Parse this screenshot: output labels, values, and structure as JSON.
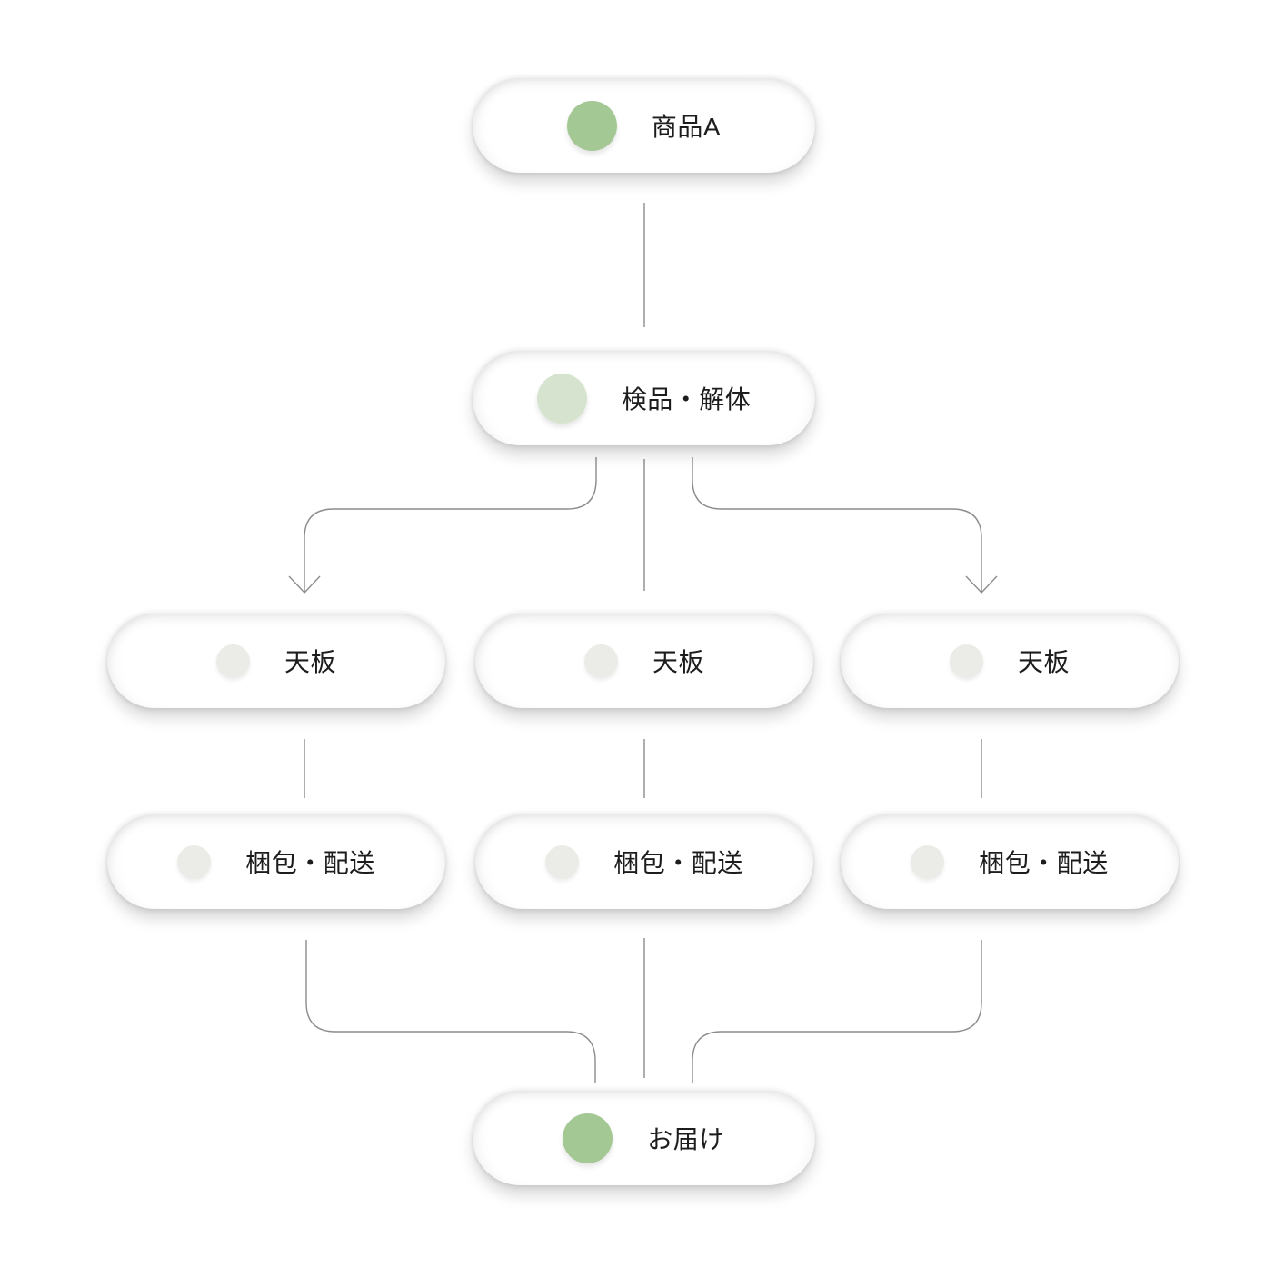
{
  "theme": {
    "background": "#ffffff",
    "text": "#1d1d1d",
    "connector": "#8c8c8c"
  },
  "flow": {
    "nodes": [
      {
        "id": "product-a",
        "label": "商品A",
        "dot_color": "#a4c894",
        "dot_size": "large"
      },
      {
        "id": "inspection-disassembly",
        "label": "検品・解体",
        "dot_color": "#d6e4cf",
        "dot_size": "large"
      },
      {
        "id": "tabletop-left",
        "label": "天板",
        "dot_color": "#ebebe7",
        "dot_size": "small"
      },
      {
        "id": "tabletop-center",
        "label": "天板",
        "dot_color": "#ebebe7",
        "dot_size": "small"
      },
      {
        "id": "tabletop-right",
        "label": "天板",
        "dot_color": "#ebebe7",
        "dot_size": "small"
      },
      {
        "id": "packing-shipping-left",
        "label": "梱包・配送",
        "dot_color": "#ebebe7",
        "dot_size": "small"
      },
      {
        "id": "packing-shipping-center",
        "label": "梱包・配送",
        "dot_color": "#ebebe7",
        "dot_size": "small"
      },
      {
        "id": "packing-shipping-right",
        "label": "梱包・配送",
        "dot_color": "#ebebe7",
        "dot_size": "small"
      },
      {
        "id": "delivery",
        "label": "お届け",
        "dot_color": "#a4c894",
        "dot_size": "large"
      }
    ],
    "edges": [
      {
        "from": "product-a",
        "to": "inspection-disassembly",
        "arrow": false
      },
      {
        "from": "inspection-disassembly",
        "to": "tabletop-left",
        "arrow": true
      },
      {
        "from": "inspection-disassembly",
        "to": "tabletop-center",
        "arrow": false
      },
      {
        "from": "inspection-disassembly",
        "to": "tabletop-right",
        "arrow": true
      },
      {
        "from": "tabletop-left",
        "to": "packing-shipping-left",
        "arrow": false
      },
      {
        "from": "tabletop-center",
        "to": "packing-shipping-center",
        "arrow": false
      },
      {
        "from": "tabletop-right",
        "to": "packing-shipping-right",
        "arrow": false
      },
      {
        "from": "packing-shipping-left",
        "to": "delivery",
        "arrow": false
      },
      {
        "from": "packing-shipping-center",
        "to": "delivery",
        "arrow": false
      },
      {
        "from": "packing-shipping-right",
        "to": "delivery",
        "arrow": false
      }
    ]
  }
}
